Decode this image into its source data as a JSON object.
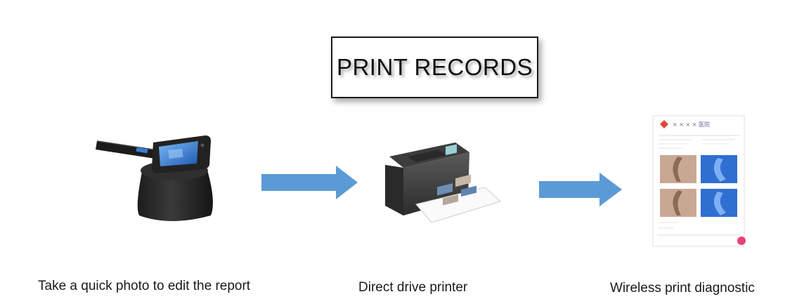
{
  "title": "PRINT RECORDS",
  "steps": [
    {
      "caption": "Take a quick photo to edit the report",
      "icon": "handheld-scanner-icon"
    },
    {
      "caption": "Direct drive printer",
      "icon": "printer-icon"
    },
    {
      "caption": "Wireless print diagnostic",
      "icon": "report-document-icon"
    }
  ],
  "report": {
    "header": "× × × × 医院"
  },
  "colors": {
    "arrow": "#5b9bd5",
    "device_body": "#2b2b2b",
    "screen": "#3a7bd5",
    "stamp": "#e8417a"
  }
}
